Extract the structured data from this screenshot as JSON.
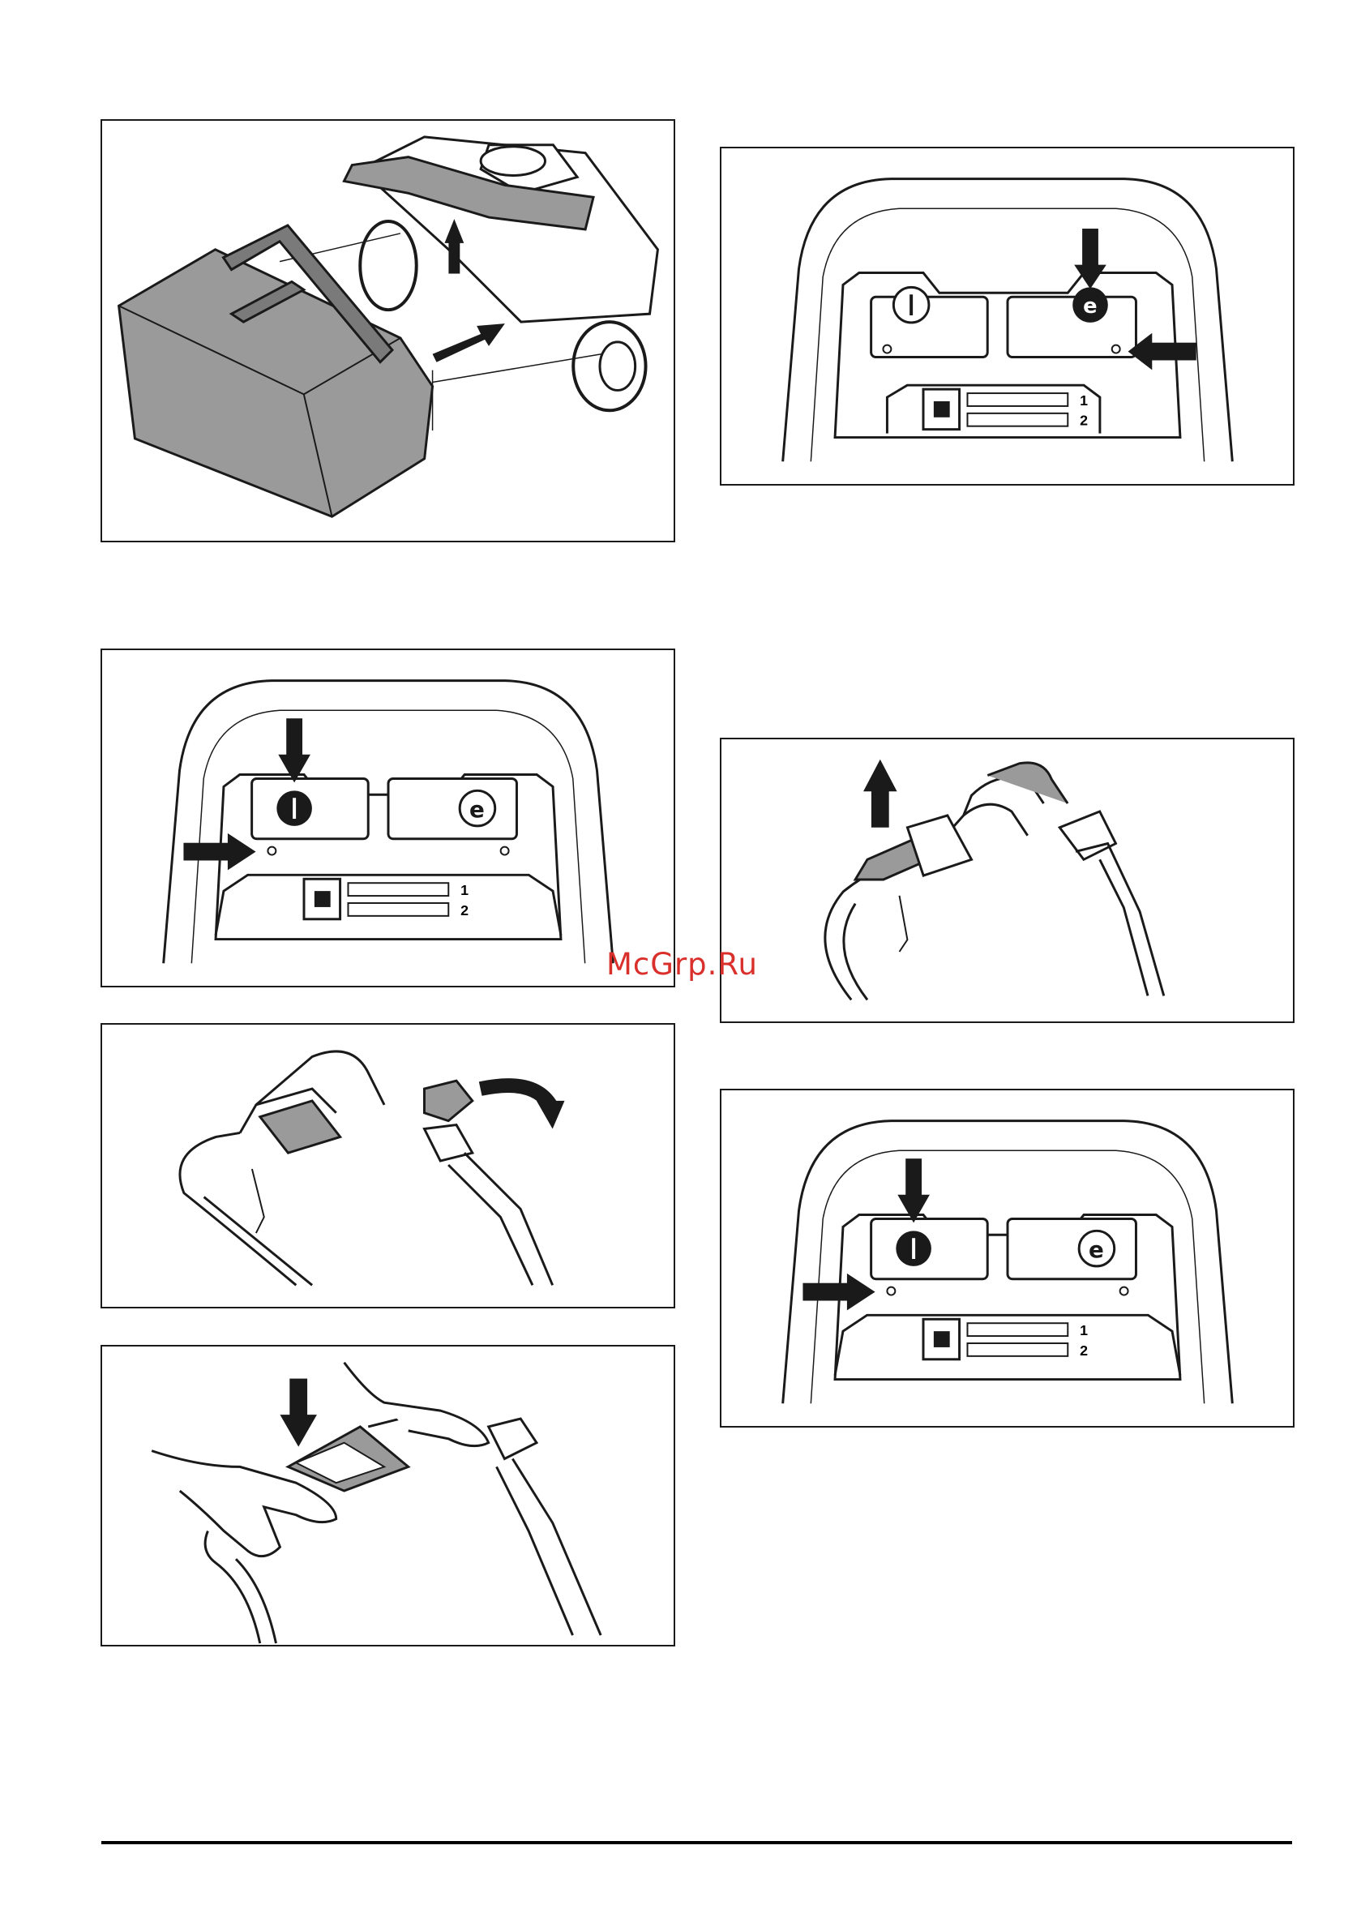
{
  "watermark": {
    "text": "McGrp.Ru",
    "color": "#d9302c"
  },
  "panels": {
    "collector": {
      "icon": "grass-collector-attach-illustration"
    },
    "panel_power_on": {
      "icon": "control-panel-illustration",
      "row_labels": [
        "1",
        "2"
      ]
    },
    "panel_power_left": {
      "icon": "control-panel-illustration",
      "row_labels": [
        "1",
        "2"
      ]
    },
    "handle_lift": {
      "icon": "handle-lift-illustration"
    },
    "handle_lever": {
      "icon": "handle-lever-rotate-illustration"
    },
    "panel_power_left_2": {
      "icon": "control-panel-illustration",
      "row_labels": [
        "1",
        "2"
      ]
    },
    "handle_press": {
      "icon": "handle-press-hands-illustration"
    }
  },
  "colors": {
    "stroke": "#1a1a1a",
    "fill_gray": "#9a9a9a",
    "arrow": "#1a1a1a"
  }
}
